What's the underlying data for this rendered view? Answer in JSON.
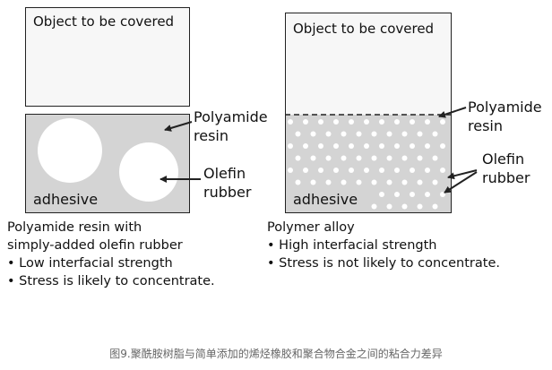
{
  "left": {
    "object_label": "Object to be covered",
    "adhesive_label": "adhesive",
    "pointer_polyamide": [
      "Polyamide",
      "resin"
    ],
    "pointer_olefin": [
      "Olefin",
      "rubber"
    ],
    "caption_lines": [
      "Polyamide resin with",
      "simply-added olefin rubber"
    ],
    "bullets": [
      "• Low interfacial strength",
      "• Stress is likely to concentrate."
    ]
  },
  "right": {
    "object_label": "Object to be covered",
    "adhesive_label": "adhesive",
    "pointer_polyamide": [
      "Polyamide",
      "resin"
    ],
    "pointer_olefin": [
      "Olefin",
      "rubber"
    ],
    "caption_lines": [
      "Polymer alloy"
    ],
    "bullets": [
      "• High interfacial strength",
      "• Stress is not likely to concentrate."
    ]
  },
  "figure_caption": "图9.聚酰胺树脂与简单添加的烯烃橡胶和聚合物合金之间的粘合力差异",
  "colors": {
    "adhesive_fill": "#d4d4d4",
    "object_fill": "#f7f7f7",
    "particle": "#ffffff",
    "outline": "#222222"
  }
}
